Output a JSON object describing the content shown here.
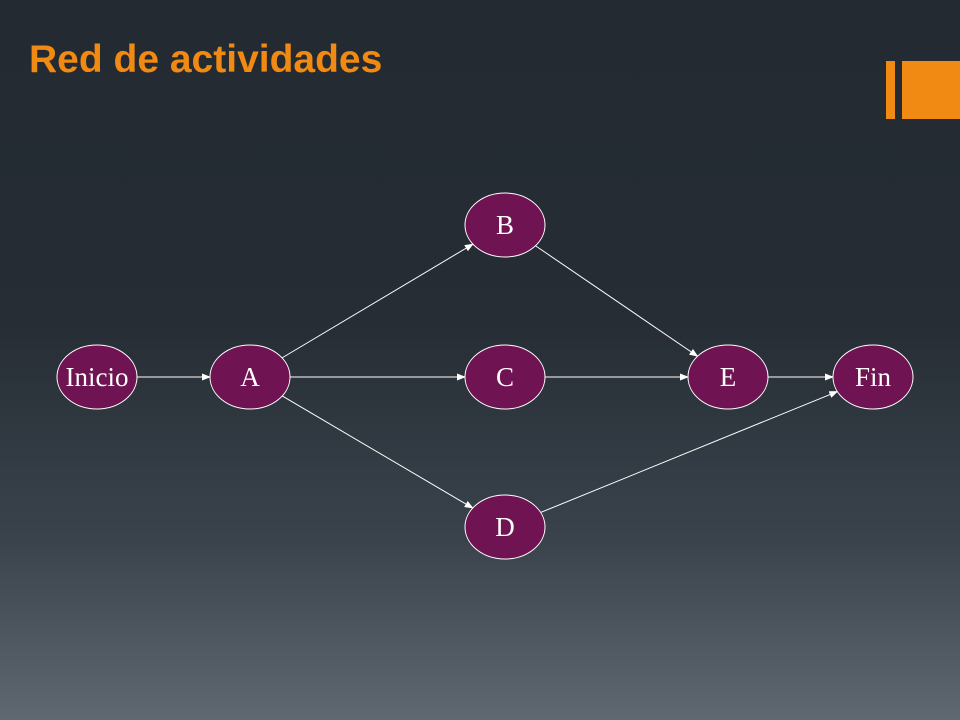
{
  "slide": {
    "title": "Red de actividades"
  },
  "colors": {
    "title": "#f08a12",
    "accent": "#f08a12",
    "node_fill": "#6f1352",
    "node_stroke": "#ffffff",
    "node_text": "#ffffff",
    "edge": "#ffffff"
  },
  "diagram": {
    "nodes": [
      {
        "id": "inicio",
        "label": "Inicio"
      },
      {
        "id": "a",
        "label": "A"
      },
      {
        "id": "b",
        "label": "B"
      },
      {
        "id": "c",
        "label": "C"
      },
      {
        "id": "d",
        "label": "D"
      },
      {
        "id": "e",
        "label": "E"
      },
      {
        "id": "fin",
        "label": "Fin"
      }
    ],
    "edges": [
      {
        "from": "inicio",
        "to": "a"
      },
      {
        "from": "a",
        "to": "b"
      },
      {
        "from": "a",
        "to": "c"
      },
      {
        "from": "a",
        "to": "d"
      },
      {
        "from": "b",
        "to": "e"
      },
      {
        "from": "c",
        "to": "e"
      },
      {
        "from": "e",
        "to": "fin"
      },
      {
        "from": "d",
        "to": "fin"
      }
    ]
  }
}
